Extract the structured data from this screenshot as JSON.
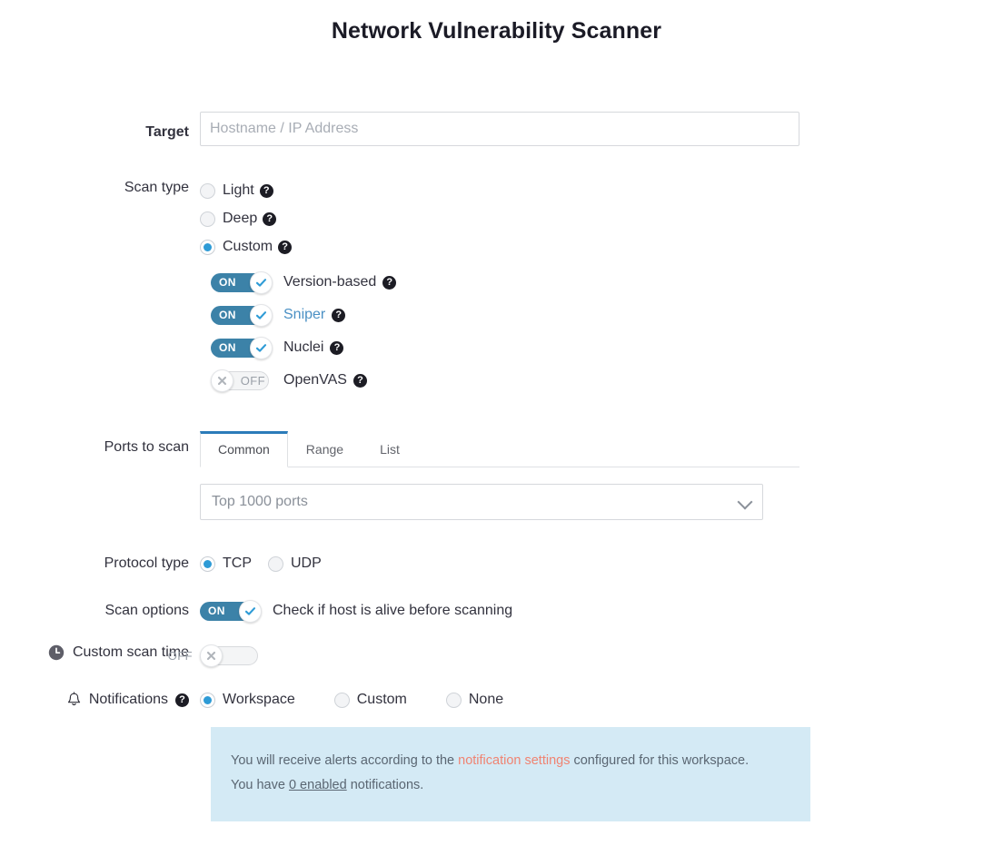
{
  "title": "Network Vulnerability Scanner",
  "target": {
    "label": "Target",
    "placeholder": "Hostname / IP Address",
    "value": ""
  },
  "scan_type": {
    "label": "Scan type",
    "options": [
      {
        "label": "Light",
        "selected": false,
        "help": "help-icon"
      },
      {
        "label": "Deep",
        "selected": false,
        "help": "help-icon"
      },
      {
        "label": "Custom",
        "selected": true,
        "help": "help-icon"
      }
    ],
    "switches": [
      {
        "label": "Version-based",
        "state": "ON",
        "link": false
      },
      {
        "label": "Sniper",
        "state": "ON",
        "link": true
      },
      {
        "label": "Nuclei",
        "state": "ON",
        "link": false
      },
      {
        "label": "OpenVAS",
        "state": "OFF",
        "link": false
      }
    ]
  },
  "ports": {
    "label": "Ports to scan",
    "tabs": [
      {
        "label": "Common",
        "active": true
      },
      {
        "label": "Range",
        "active": false
      },
      {
        "label": "List",
        "active": false
      }
    ],
    "select_value": "Top 1000 ports"
  },
  "protocol": {
    "label": "Protocol type",
    "options": [
      {
        "label": "TCP",
        "selected": true
      },
      {
        "label": "UDP",
        "selected": false
      }
    ]
  },
  "scan_options": {
    "label": "Scan options",
    "switch_state": "ON",
    "switch_label": "Check if host is alive before scanning"
  },
  "scan_time": {
    "label": "Custom scan time",
    "icon": "clock-icon",
    "switch_state": "OFF"
  },
  "notifications": {
    "label": "Notifications",
    "icon": "bell-icon",
    "options": [
      {
        "label": "Workspace",
        "selected": true
      },
      {
        "label": "Custom",
        "selected": false
      },
      {
        "label": "None",
        "selected": false
      }
    ],
    "info_line1_a": "You will receive alerts according to the ",
    "info_link1": "notification settings",
    "info_line1_b": " configured for this workspace.",
    "info_line2_a": "You have ",
    "info_link2": "0 enabled",
    "info_line2_b": " notifications."
  },
  "colors": {
    "accent_blue": "#2e9bd6",
    "toggle_on": "#3c82a8",
    "tab_active_border": "#2b7bb9",
    "info_bg": "#d4eaf5",
    "coral_link": "#f08371",
    "link_blue": "#4a90c4"
  }
}
